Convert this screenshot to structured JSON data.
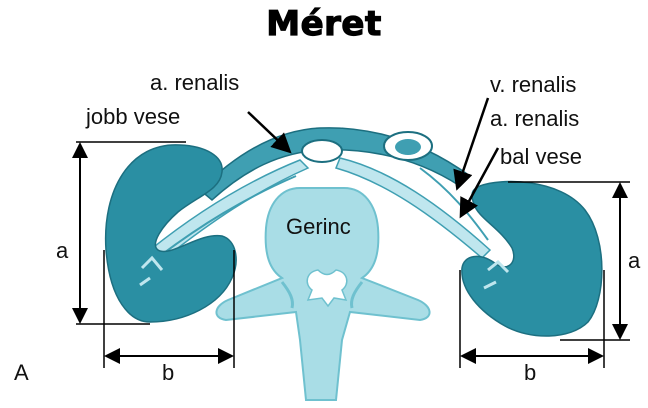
{
  "title": "Méret",
  "labels": {
    "a_renalis_right": "a. renalis",
    "jobb_vese": "jobb vese",
    "v_renalis": "v. renalis",
    "a_renalis_left": "a. renalis",
    "bal_vese": "bal vese",
    "gerinc": "Gerinc",
    "dim_a_right": "a",
    "dim_b_right": "b",
    "dim_a_left": "a",
    "dim_b_left": "b",
    "panel_letter": "A"
  },
  "colors": {
    "kidney": "#2a8fa3",
    "kidney_dark": "#1c6f80",
    "vessel": "#bfe6ee",
    "vessel_dark": "#3f9fb2",
    "spine": "#a9dde6",
    "spine_dark": "#6fc1cf"
  }
}
